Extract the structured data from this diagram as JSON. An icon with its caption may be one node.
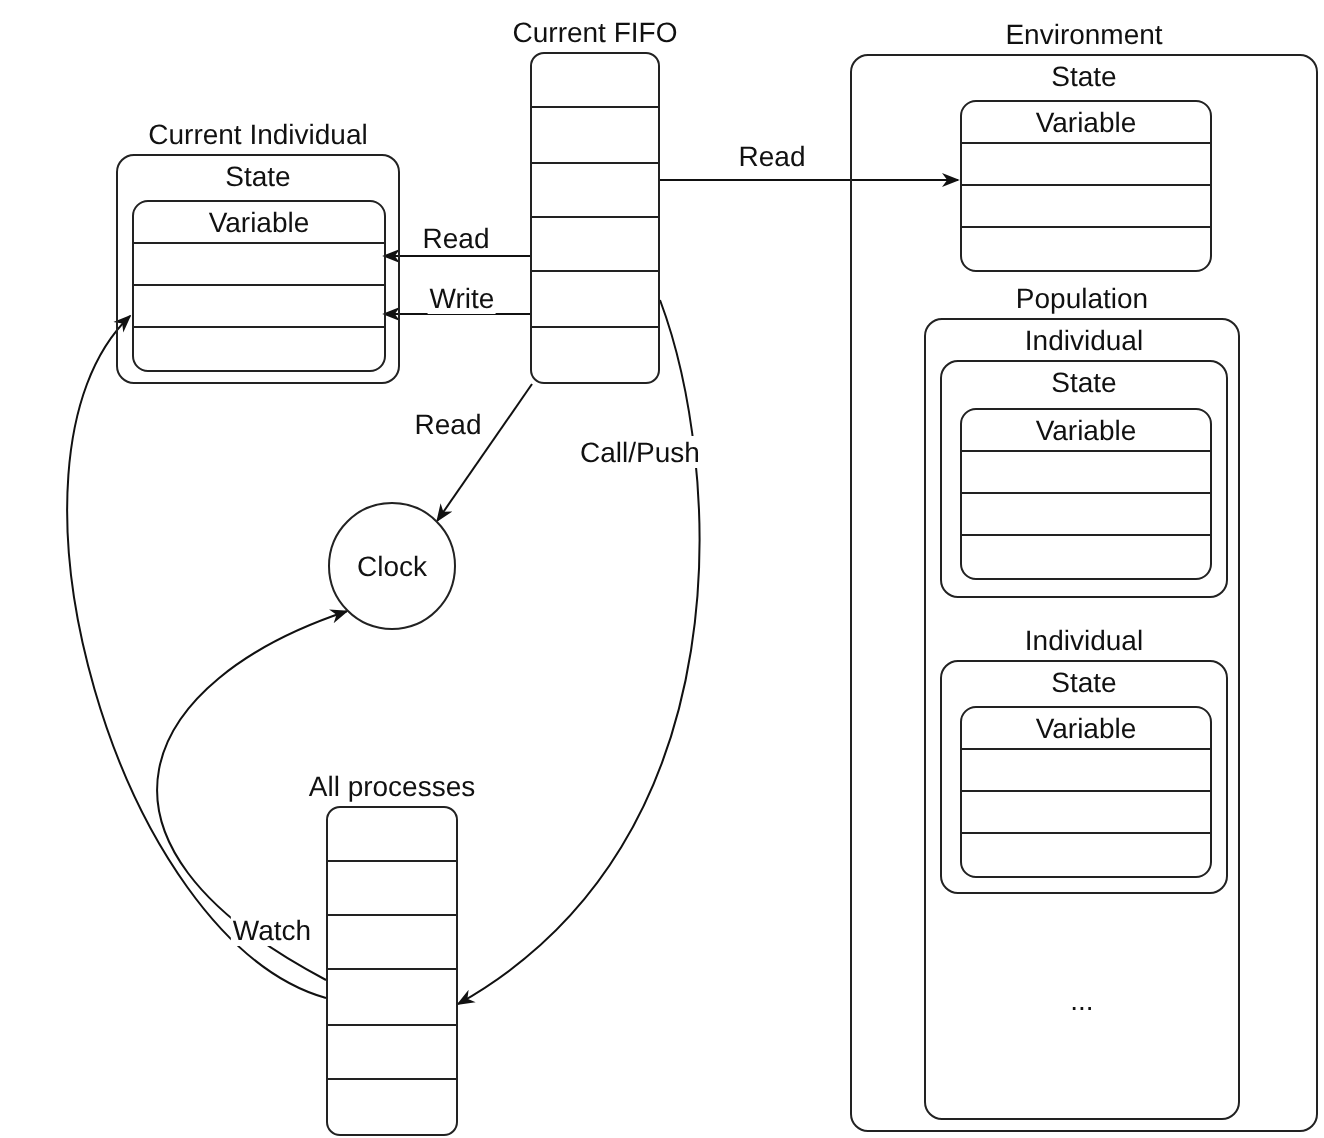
{
  "diagram": {
    "nodes": [
      {
        "text": [
          "Current Individual",
          "State"
        ]
      },
      {
        "text": [
          "Variable"
        ],
        "in": 0
      },
      {
        "text": [
          "Current FIFO"
        ]
      },
      {
        "text": [
          "Clock"
        ]
      },
      {
        "text": [
          "All processes"
        ]
      },
      {
        "text": [
          "Environment",
          "State"
        ]
      },
      {
        "text": [
          "Variable"
        ],
        "in": 5
      },
      {
        "text": [
          "Population",
          "..."
        ],
        "in": 5
      },
      {
        "text": [
          "Individual",
          "State"
        ],
        "in": 7
      },
      {
        "text": [
          "Variable"
        ],
        "in": 8
      },
      {
        "text": [
          "Individual",
          "State"
        ],
        "in": 7
      },
      {
        "text": [
          "Variable"
        ],
        "in": 10
      }
    ],
    "edges": [
      {
        "from": 2,
        "to": 1,
        "arrow": "to",
        "label": "Read"
      },
      {
        "from": 2,
        "to": 1,
        "arrow": "to",
        "label": "Write"
      },
      {
        "from": 2,
        "to": 6,
        "arrow": "to",
        "label": "Read"
      },
      {
        "from": 2,
        "to": 3,
        "arrow": "to",
        "label": "Read"
      },
      {
        "from": 2,
        "to": 4,
        "arrow": "to",
        "label": "Call/Push"
      },
      {
        "from": 4,
        "to": 1,
        "arrow": "to",
        "label": "Watch"
      },
      {
        "from": 4,
        "to": 3,
        "arrow": "to"
      }
    ]
  }
}
